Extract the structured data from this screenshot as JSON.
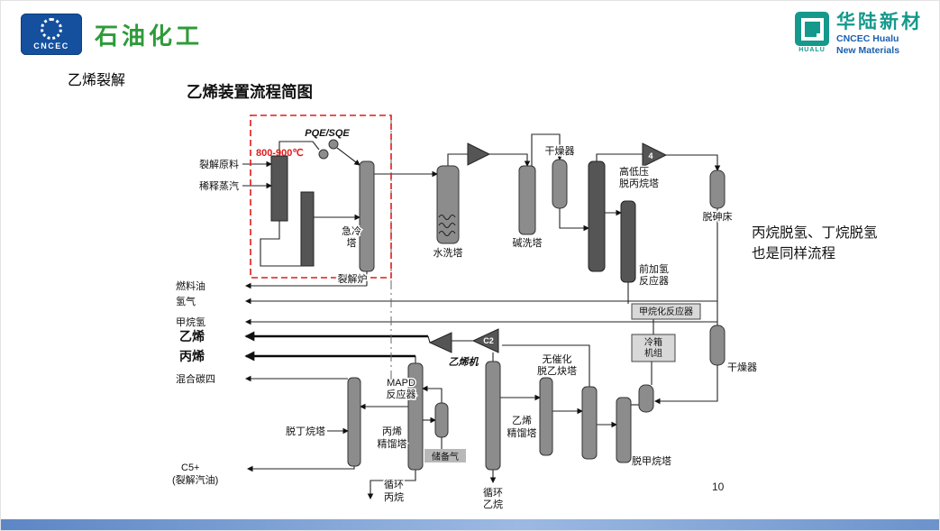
{
  "header": {
    "cncec_logo_text": "CNCEC",
    "brand_title": "石油化工",
    "hualu": {
      "cn": "华陆新材",
      "en1": "CNCEC Hualu",
      "en2": "New Materials",
      "sub": "HUALU"
    }
  },
  "slide": {
    "section_title": "乙烯裂解",
    "diagram_title": "乙烯装置流程简图",
    "note_line1": "丙烷脱氢、丁烷脱氢",
    "note_line2": "也是同样流程",
    "page_number": "10"
  },
  "colors": {
    "accent_red": "#e01b1b",
    "brand_green": "#2e9b39",
    "brand_blue": "#15509e",
    "hualu_teal": "#14998c"
  },
  "diagram": {
    "temperature": "800-900℃",
    "exchanger": "PQE/SQE",
    "feed": "裂解原料",
    "dilution_steam": "稀释蒸汽",
    "furnace": "裂解炉",
    "quench_l1": "急冷",
    "quench_l2": "塔",
    "water_wash": "水洗塔",
    "caustic_wash": "碱洗塔",
    "dryer_top": "干燥器",
    "compressor_no": "4",
    "depropanizer_l1": "高低压",
    "depropanizer_l2": "脱丙烷塔",
    "dearsenic": "脱砷床",
    "front_hydro_l1": "前加氢",
    "front_hydro_l2": "反应器",
    "methanation": "甲烷化反应器",
    "coldbox_l1": "冷箱",
    "coldbox_l2": "机组",
    "dryer_right": "干燥器",
    "c2": "C2",
    "ethylene_compressor": "乙烯机",
    "mapd_l1": "MAPD",
    "mapd_l2": "反应器",
    "deacetylene_l1": "无催化",
    "deacetylene_l2": "脱乙炔塔",
    "ethylene_col_l1": "乙烯",
    "ethylene_col_l2": "精馏塔",
    "propylene_col_l1": "丙烯",
    "propylene_col_l2": "精馏塔",
    "debutanizer": "脱丁烷塔",
    "demethanizer": "脱甲烷塔",
    "storage_gas": "储备气",
    "recycle_propane_l1": "循环",
    "recycle_propane_l2": "丙烷",
    "recycle_ethane_l1": "循环",
    "recycle_ethane_l2": "乙烷",
    "products": {
      "fuel_oil": "燃料油",
      "hydrogen": "氢气",
      "methane_h2": "甲烷氢",
      "ethylene": "乙烯",
      "propylene": "丙烯",
      "mixed_c4": "混合碳四",
      "c5": "C5+",
      "pygas": "(裂解汽油)"
    }
  }
}
